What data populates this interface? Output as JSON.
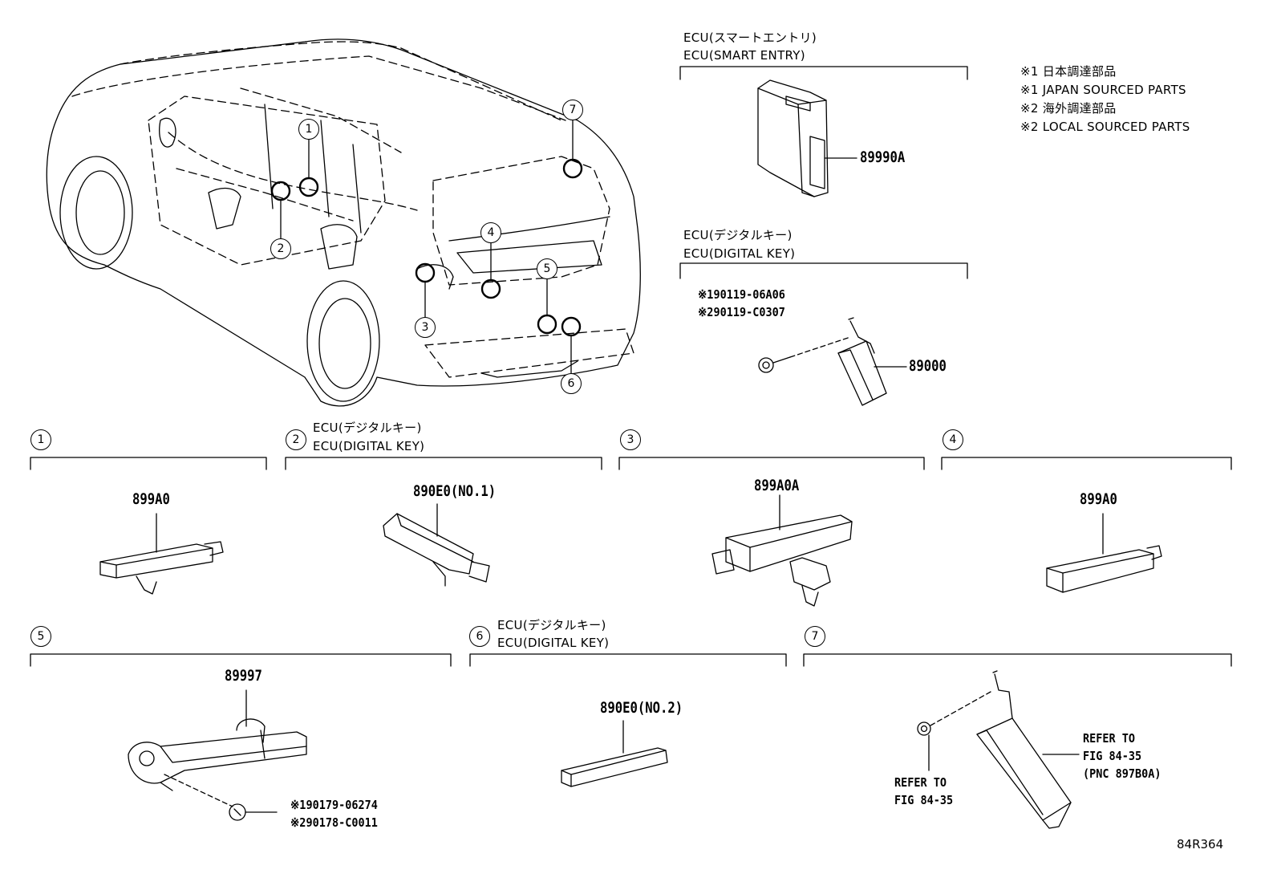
{
  "notes": [
    "※1 日本調達部品",
    "※1 JAPAN SOURCED PARTS",
    "※2 海外調達部品",
    "※2 LOCAL SOURCED PARTS"
  ],
  "figure_id": "84R364",
  "top_sections": {
    "smart_entry": {
      "label_jp": "ECU(スマートエントリ)",
      "label_en": "ECU(SMART ENTRY)",
      "part": "89990A"
    },
    "digital_key": {
      "label_jp": "ECU(デジタルキー)",
      "label_en": "ECU(DIGITAL KEY)",
      "bolt_lines": [
        "※190119-06A06",
        "※290119-C0307"
      ],
      "part": "89000"
    }
  },
  "car_callouts": [
    "1",
    "2",
    "3",
    "4",
    "5",
    "6",
    "7"
  ],
  "detail_sections": [
    {
      "number": "1",
      "label_jp": "",
      "label_en": "",
      "part": "899A0"
    },
    {
      "number": "2",
      "label_jp": "ECU(デジタルキー)",
      "label_en": "ECU(DIGITAL KEY)",
      "part": "890E0(NO.1)"
    },
    {
      "number": "3",
      "label_jp": "",
      "label_en": "",
      "part": "899A0A"
    },
    {
      "number": "4",
      "label_jp": "",
      "label_en": "",
      "part": "899A0"
    },
    {
      "number": "5",
      "label_jp": "",
      "label_en": "",
      "part": "89997",
      "clip_lines": [
        "※190179-06274",
        "※290178-C0011"
      ]
    },
    {
      "number": "6",
      "label_jp": "ECU(デジタルキー)",
      "label_en": "ECU(DIGITAL KEY)",
      "part": "890E0(NO.2)"
    },
    {
      "number": "7",
      "label_jp": "",
      "label_en": "",
      "bolt_ref": [
        "REFER TO",
        "FIG 84-35"
      ],
      "unit_ref": [
        "REFER TO",
        "FIG 84-35",
        "(PNC 897B0A)"
      ]
    }
  ]
}
